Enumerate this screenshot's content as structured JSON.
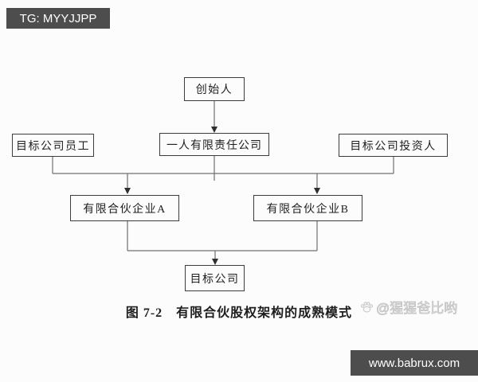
{
  "banners": {
    "top_left": "TG: MYYJJPP",
    "bottom_right": "www.babrux.com"
  },
  "diagram": {
    "nodes": {
      "founder": "创始人",
      "employees": "目标公司员工",
      "holding_company": "一人有限责任公司",
      "investors": "目标公司投资人",
      "lp_a": "有限合伙企业A",
      "lp_b": "有限合伙企业B",
      "target_company": "目标公司"
    },
    "caption": "图 7-2　有限合伙股权架构的成熟模式"
  },
  "watermark": {
    "icon": "paw-icon",
    "handle": "@猩猩爸比哟"
  },
  "colors": {
    "banner_bg": "#4d4d4d",
    "box_border": "#3c3c3c",
    "connector_line": "#6f6f6f",
    "text": "#1e1e1e",
    "watermark": "#c2c2c2"
  }
}
